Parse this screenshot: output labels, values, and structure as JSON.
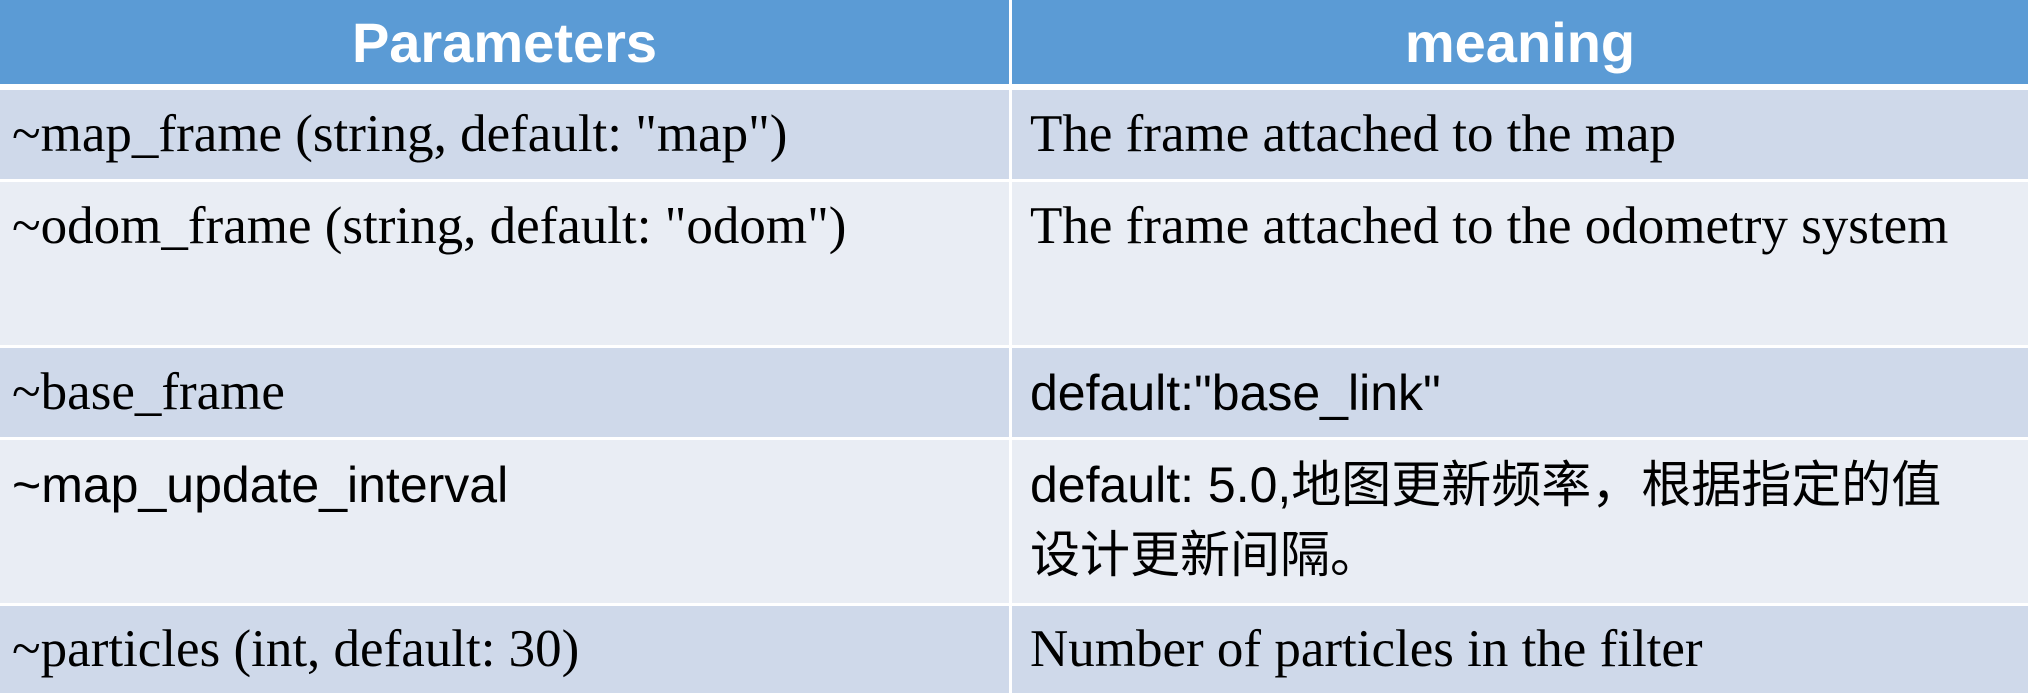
{
  "table": {
    "headers": [
      "Parameters",
      "meaning"
    ],
    "rows": [
      {
        "parameter": "~map_frame (string, default: \"map\")",
        "meaning": "The frame attached to the map"
      },
      {
        "parameter": "~odom_frame (string, default: \"odom\")",
        "meaning": "The frame attached to the odometry system"
      },
      {
        "parameter": "~base_frame",
        "meaning": "default:\"base_link\""
      },
      {
        "parameter": "~map_update_interval",
        "meaning": "default: 5.0,地图更新频率，根据指定的值设计更新间隔。"
      },
      {
        "parameter": "~particles (int, default: 30)",
        "meaning": "Number of particles in the filter"
      }
    ]
  },
  "colors": {
    "header_bg": "#5b9bd5",
    "row_odd_bg": "#cfd9ea",
    "row_even_bg": "#e9edf4",
    "header_text": "#ffffff"
  }
}
